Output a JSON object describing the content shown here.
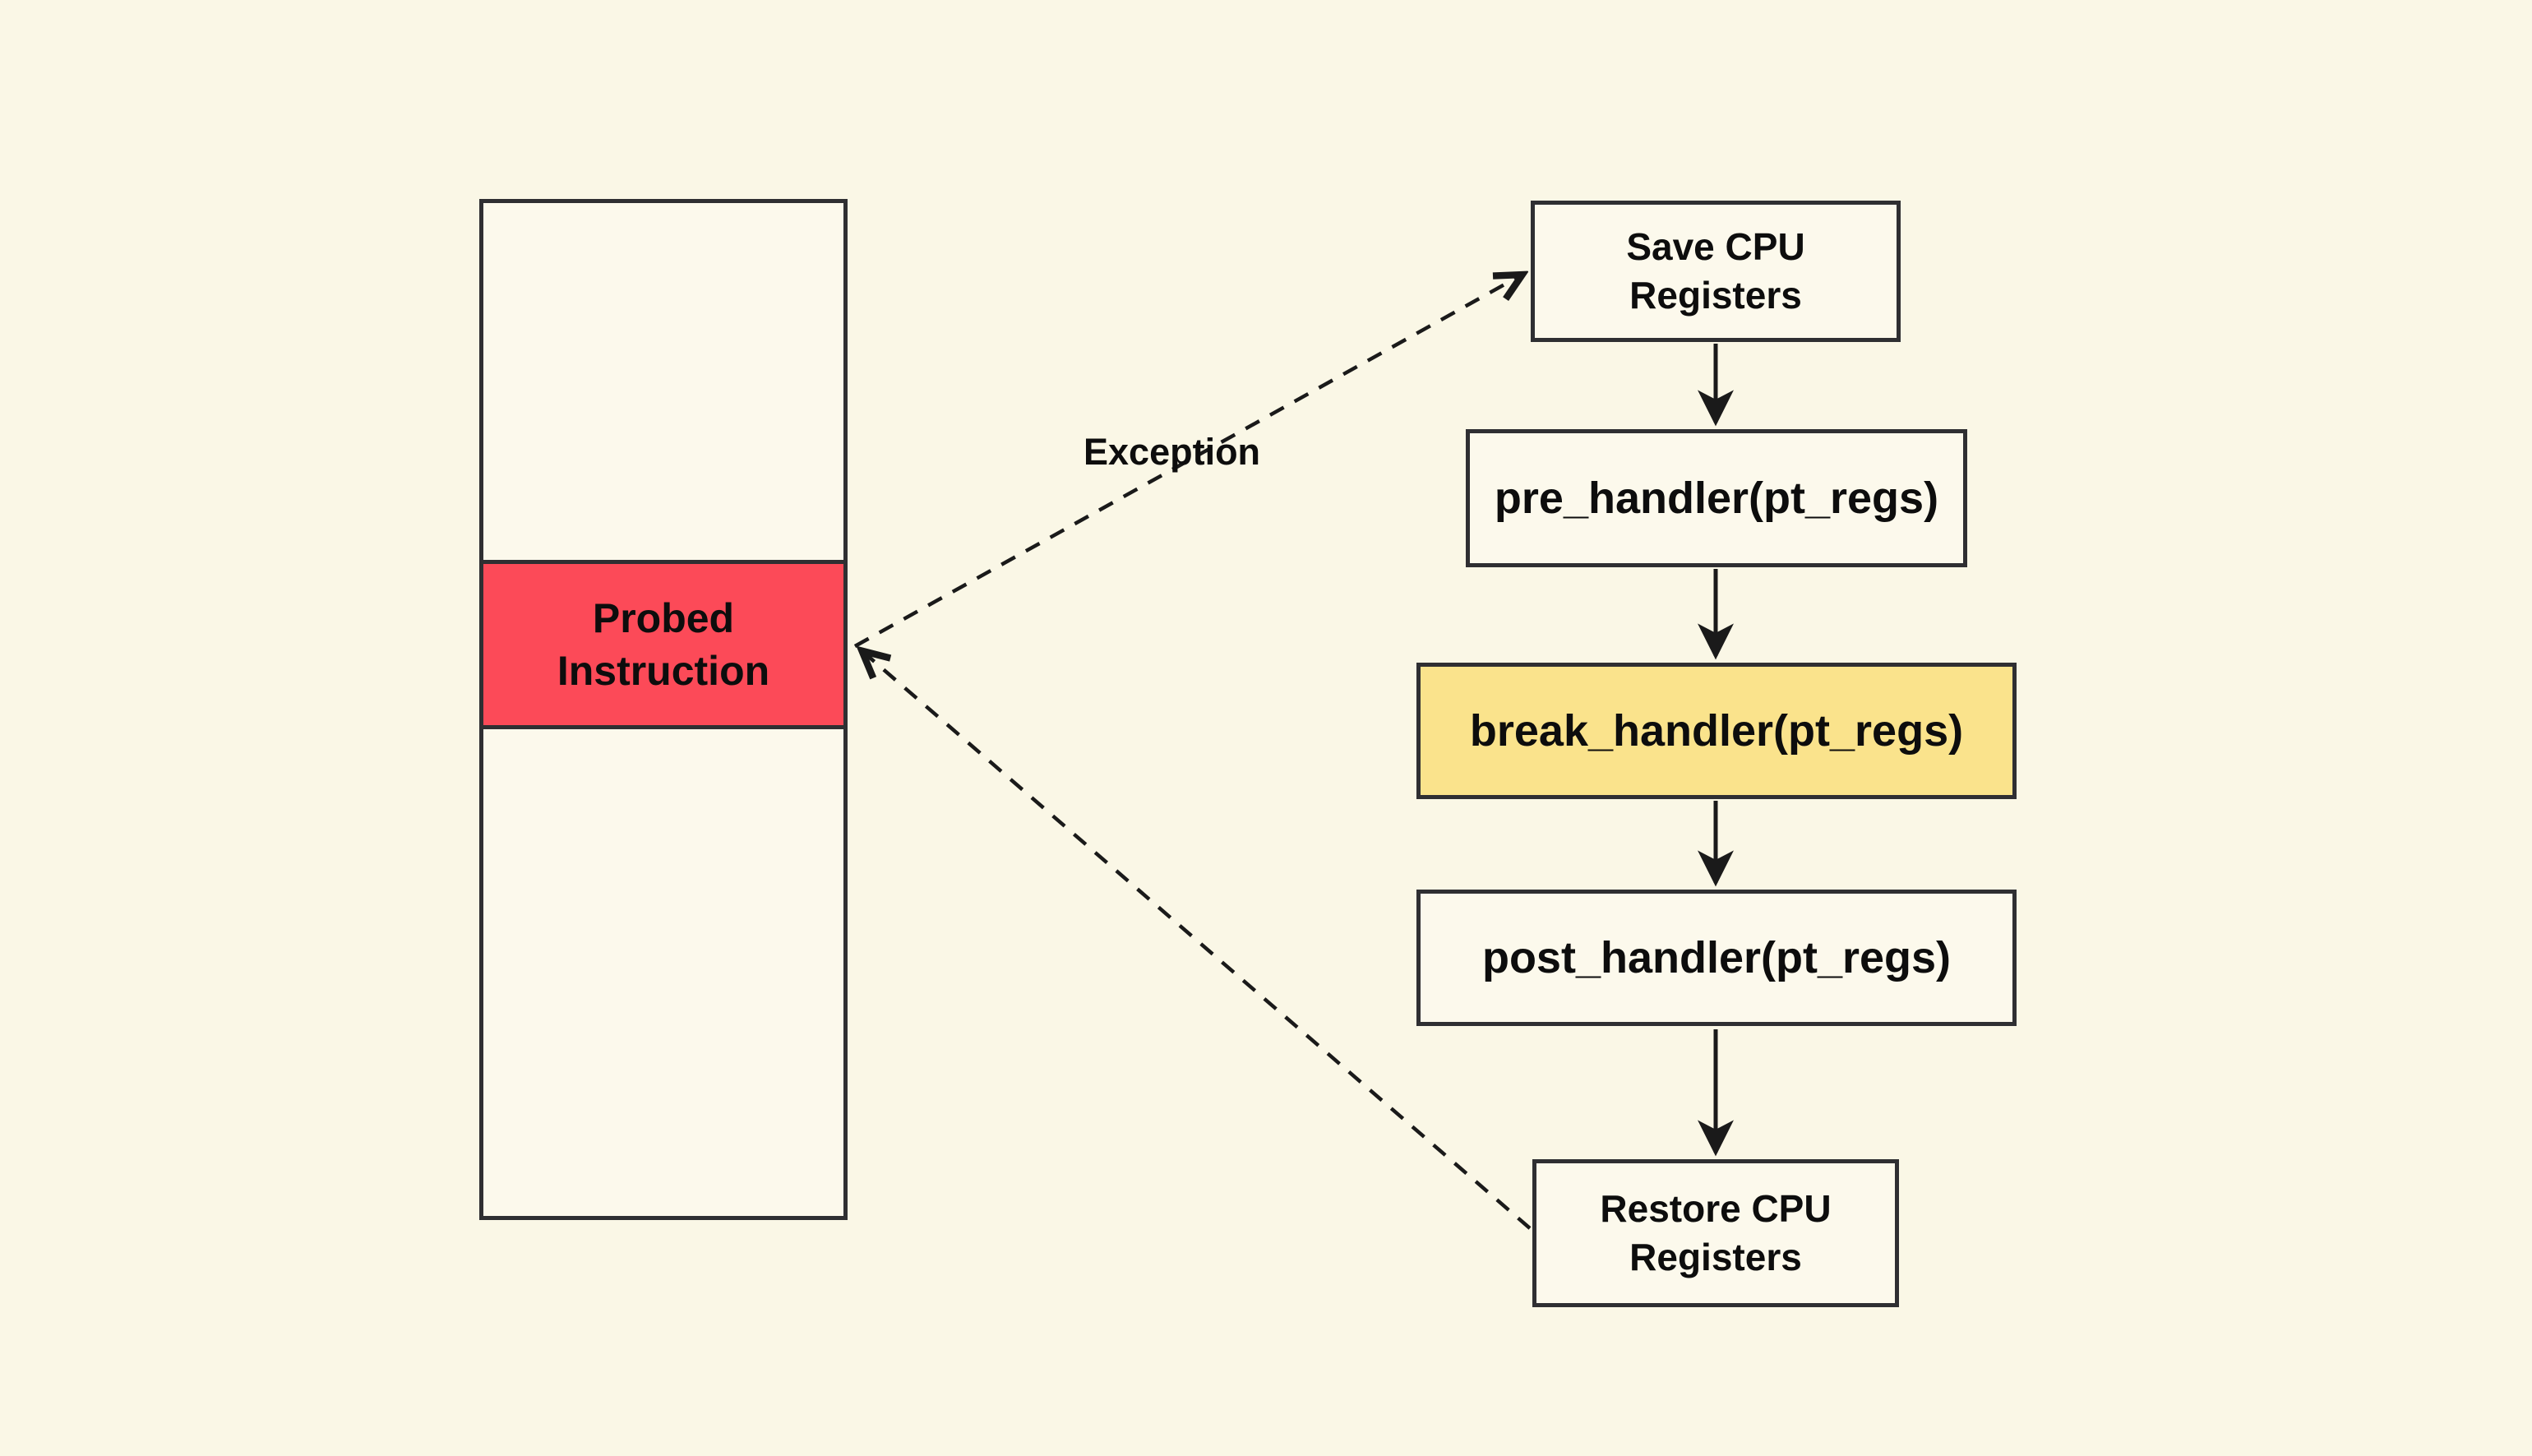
{
  "diagram": {
    "colors": {
      "background": "#FAF7E6",
      "box_fill": "#FCF9EC",
      "probed_highlight": "#FC4A58",
      "break_highlight": "#FAE38C",
      "border": "#2F2F32",
      "ink": "#1A1A1A"
    },
    "memory": {
      "probed": {
        "label": "Probed\nInstruction"
      }
    },
    "flow": {
      "save": {
        "label": "Save CPU\nRegisters"
      },
      "pre": {
        "label": "pre_handler(pt_regs)"
      },
      "break": {
        "label": "break_handler(pt_regs)"
      },
      "post": {
        "label": "post_handler(pt_regs)"
      },
      "restore": {
        "label": "Restore CPU\nRegisters"
      }
    },
    "edges": {
      "exception": {
        "label": "Exception"
      }
    }
  }
}
